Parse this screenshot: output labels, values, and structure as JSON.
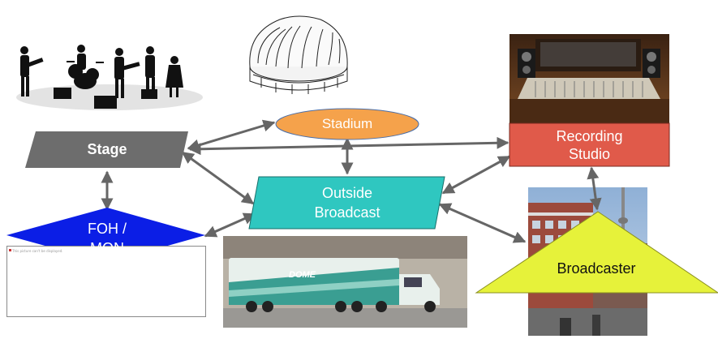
{
  "nodes": {
    "stage": "Stage",
    "stadium": "Stadium",
    "recording_line1": "Recording",
    "recording_line2": "Studio",
    "outside_line1": "Outside",
    "outside_line2": "Broadcast",
    "foh_line1": "FOH /",
    "foh_line2": "MON",
    "broadcaster": "Broadcaster"
  },
  "broken_image_text": "This picture can't be displayed.",
  "truck_logo": "DOME",
  "colors": {
    "stage": "#6d6d6d",
    "stadium": "#f5a24b",
    "recording": "#e05a4a",
    "outside": "#2fc7c0",
    "foh": "#0b1ee6",
    "broadcaster": "#e6f23a",
    "arrow": "#666666"
  }
}
